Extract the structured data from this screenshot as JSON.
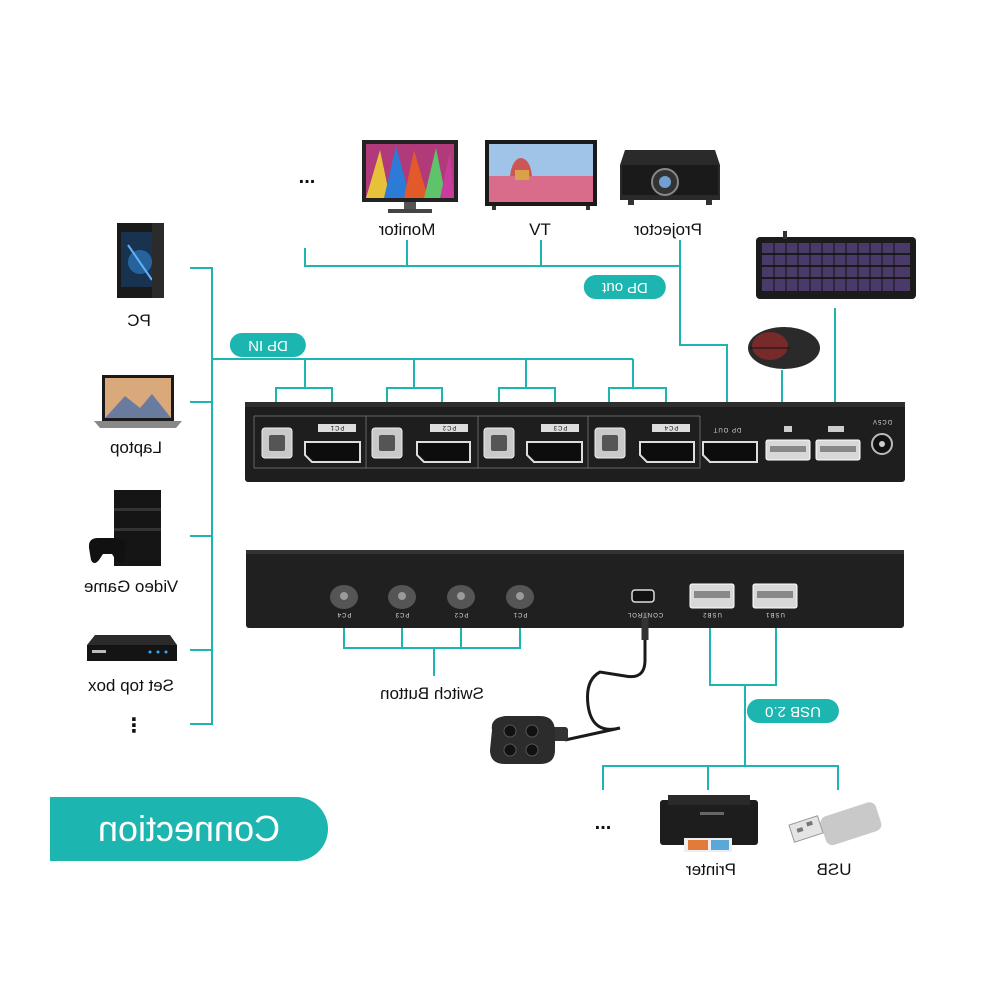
{
  "banner": {
    "title": "Connection"
  },
  "badges": {
    "dp_out": "DP out",
    "dp_in": "DP IN",
    "usb": "USB 2.0"
  },
  "displays": [
    {
      "label": "Monitor"
    },
    {
      "label": "TV"
    },
    {
      "label": "Projector"
    }
  ],
  "sources": [
    {
      "label": "PC"
    },
    {
      "label": "Laptop"
    },
    {
      "label": "Video Game"
    },
    {
      "label": "Set top box"
    }
  ],
  "usb_devices": [
    {
      "label": "Printer"
    },
    {
      "label": "USB"
    }
  ],
  "switch_label": "Switch Button",
  "ellipsis": "...",
  "vertical_ellipsis": "⋮",
  "rear_panel": {
    "port_labels": [
      "PC1",
      "PC2",
      "PC3",
      "PC4",
      "DP OUT",
      "DC5V"
    ]
  },
  "front_panel": {
    "button_labels": [
      "PC4",
      "PC3",
      "PC2",
      "PC1"
    ],
    "control_label": "CONTROL",
    "usb_labels": [
      "USB2",
      "USB1"
    ]
  },
  "colors": {
    "accent": "#1cb5b0",
    "device": "#1d1d1d",
    "line": "#1cb5b0"
  },
  "icons": [
    "monitor-icon",
    "tv-icon",
    "projector-icon",
    "keyboard-icon",
    "mouse-icon",
    "pc-tower-icon",
    "laptop-icon",
    "game-console-icon",
    "set-top-box-icon",
    "printer-icon",
    "usb-drive-icon",
    "wired-switch-remote-icon"
  ]
}
